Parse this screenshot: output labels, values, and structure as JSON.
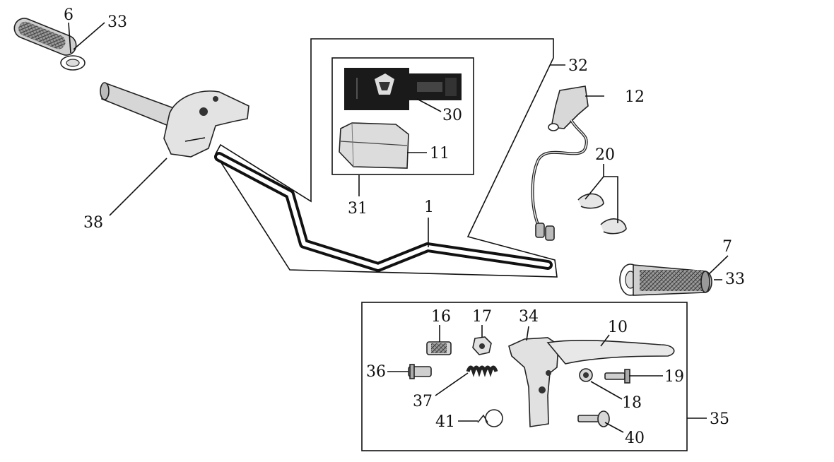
{
  "callouts": [
    {
      "id": "6",
      "label": "6"
    },
    {
      "id": "33a",
      "label": "33"
    },
    {
      "id": "38",
      "label": "38"
    },
    {
      "id": "32",
      "label": "32"
    },
    {
      "id": "30",
      "label": "30"
    },
    {
      "id": "11",
      "label": "11"
    },
    {
      "id": "31",
      "label": "31"
    },
    {
      "id": "1",
      "label": "1"
    },
    {
      "id": "12",
      "label": "12"
    },
    {
      "id": "20",
      "label": "20"
    },
    {
      "id": "7",
      "label": "7"
    },
    {
      "id": "33b",
      "label": "33"
    },
    {
      "id": "16",
      "label": "16"
    },
    {
      "id": "17",
      "label": "17"
    },
    {
      "id": "34",
      "label": "34"
    },
    {
      "id": "10",
      "label": "10"
    },
    {
      "id": "36",
      "label": "36"
    },
    {
      "id": "37",
      "label": "37"
    },
    {
      "id": "19",
      "label": "19"
    },
    {
      "id": "18",
      "label": "18"
    },
    {
      "id": "35",
      "label": "35"
    },
    {
      "id": "41",
      "label": "41"
    },
    {
      "id": "40",
      "label": "40"
    }
  ],
  "colors": {
    "ink": "#111111",
    "paper": "#ffffff",
    "decal": "#1a1a1a"
  }
}
